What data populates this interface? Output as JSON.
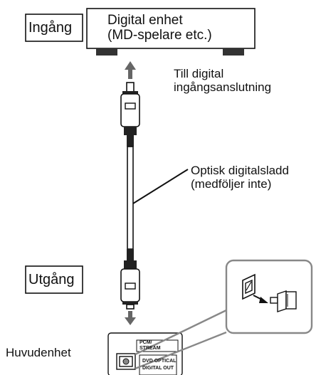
{
  "input_label": "Ingång",
  "output_label": "Utgång",
  "digital_device": {
    "line1": "Digital enhet",
    "line2": "(MD-spelare etc.)"
  },
  "connection_label": {
    "line1": "Till digital",
    "line2": "ingångsanslutning"
  },
  "cable_label": {
    "line1": "Optisk digitalsladd",
    "line2": "(medföljer inte)"
  },
  "main_unit_label": "Huvudenhet",
  "jack_panel": {
    "top_label_line1": "PCM/",
    "top_label_line2": "STREAM",
    "bottom_label_line1": "DVD OPTICAL",
    "bottom_label_line2": "DIGITAL OUT"
  }
}
